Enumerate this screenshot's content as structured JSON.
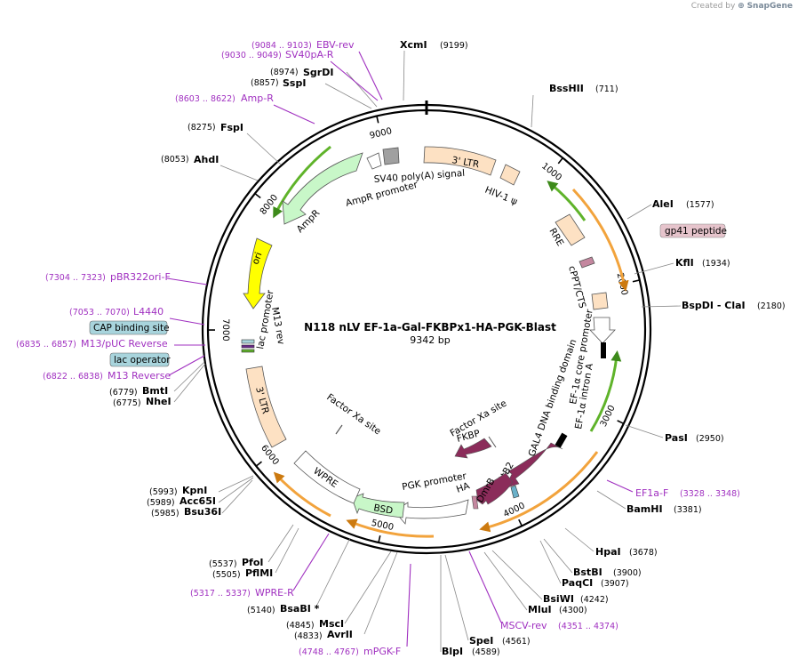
{
  "credit": {
    "prefix": "Created by",
    "brand": "SnapGene"
  },
  "plasmid": {
    "name": "N118 nLV EF-1a-Gal-FKBPx1-HA-PGK-Blast",
    "size_label": "9342 bp"
  },
  "ticks": [
    "1000",
    "2000",
    "3000",
    "4000",
    "5000",
    "6000",
    "7000",
    "8000",
    "9000"
  ],
  "enzymes_left": [
    {
      "name": "SgrDI",
      "pos": "(8974)"
    },
    {
      "name": "SspI",
      "pos": "(8857)"
    },
    {
      "name": "FspI",
      "pos": "(8275)"
    },
    {
      "name": "AhdI",
      "pos": "(8053)"
    },
    {
      "name": "BmtI",
      "pos": "(6779)"
    },
    {
      "name": "NheI",
      "pos": "(6775)"
    },
    {
      "name": "KpnI",
      "pos": "(5993)"
    },
    {
      "name": "Acc65I",
      "pos": "(5989)"
    },
    {
      "name": "Bsu36I",
      "pos": "(5985)"
    },
    {
      "name": "PfoI",
      "pos": "(5537)"
    },
    {
      "name": "PflMI",
      "pos": "(5505)"
    },
    {
      "name": "BsaBI *",
      "pos": "(5140)"
    },
    {
      "name": "MscI",
      "pos": "(4845)"
    },
    {
      "name": "AvrII",
      "pos": "(4833)"
    }
  ],
  "enzymes_right": [
    {
      "name": "XcmI",
      "pos": "(9199)"
    },
    {
      "name": "BssHII",
      "pos": "(711)"
    },
    {
      "name": "AleI",
      "pos": "(1577)"
    },
    {
      "name": "KflI",
      "pos": "(1934)"
    },
    {
      "name": "BspDI - ClaI",
      "pos": "(2180)"
    },
    {
      "name": "PasI",
      "pos": "(2950)"
    },
    {
      "name": "BamHI",
      "pos": "(3381)"
    },
    {
      "name": "HpaI",
      "pos": "(3678)"
    },
    {
      "name": "BstBI",
      "pos": "(3900)"
    },
    {
      "name": "PaqCI",
      "pos": "(3907)"
    },
    {
      "name": "BsiWI",
      "pos": "(4242)"
    },
    {
      "name": "MluI",
      "pos": "(4300)"
    },
    {
      "name": "SpeI",
      "pos": "(4561)"
    },
    {
      "name": "BlpI",
      "pos": "(4589)"
    }
  ],
  "primers": [
    {
      "name": "EBV-rev",
      "pos": "(9084 .. 9103)"
    },
    {
      "name": "SV40pA-R",
      "pos": "(9030 .. 9049)"
    },
    {
      "name": "Amp-R",
      "pos": "(8603 .. 8622)"
    },
    {
      "name": "pBR322ori-F",
      "pos": "(7304 .. 7323)"
    },
    {
      "name": "L4440",
      "pos": "(7053 .. 7070)"
    },
    {
      "name": "M13/pUC Reverse",
      "pos": "(6835 .. 6857)"
    },
    {
      "name": "M13 Reverse",
      "pos": "(6822 .. 6838)"
    },
    {
      "name": "WPRE-R",
      "pos": "(5317 .. 5337)"
    },
    {
      "name": "mPGK-F",
      "pos": "(4748 .. 4767)"
    },
    {
      "name": "MSCV-rev",
      "pos": "(4351 .. 4374)"
    },
    {
      "name": "EF1a-F",
      "pos": "(3328 .. 3348)"
    }
  ],
  "boxed_labels": [
    {
      "name": "gp41 peptide",
      "color": "#e6c4cc"
    },
    {
      "name": "CAP binding site",
      "color": "#a8d4dc"
    },
    {
      "name": "lac operator",
      "color": "#a8d4dc"
    }
  ],
  "features": {
    "ltr3_top": "3' LTR",
    "hiv_psi": "HIV-1 ψ",
    "sv40": "SV40 poly(A) signal",
    "ampr_promoter": "AmpR promoter",
    "ampr": "AmpR",
    "ori": "ori",
    "lac_promoter": "lac promoter",
    "m13_rev": "M13 rev",
    "ltr3_left": "3' LTR",
    "rre": "RRE",
    "cppt": "cPPT/CTS",
    "ef1a_core": "EF-1α core promoter",
    "ef1a_intron": "EF-1α intron A",
    "gal4": "GAL4 DNA binding domain",
    "factor_xa_1": "Factor Xa site",
    "factor_xa_2": "Factor Xa site",
    "fkbp": "FKBP",
    "attb2": "attB2",
    "dmrb": "DmrB",
    "ha": "HA",
    "pgk": "PGK promoter",
    "bsd": "BSD",
    "wpre": "WPRE"
  },
  "colors": {
    "ltr": "#fde1c3",
    "ampr": "#c8f7c8",
    "ori": "#ffff00",
    "sv40": "#a0a0a0",
    "gal4": "#8b2c5a",
    "bsd": "#c8f7c8",
    "cppt": "#c4879f",
    "attb2": "#6ab1c9",
    "orf_arc": "#f2a33c",
    "green_arc": "#5fb32a",
    "primer": "#a030c0"
  }
}
